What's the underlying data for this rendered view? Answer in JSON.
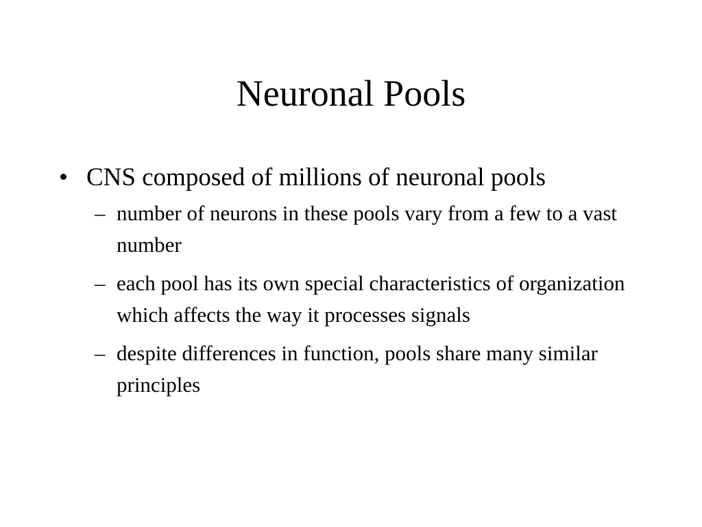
{
  "slide": {
    "title": "Neuronal Pools",
    "bullet": {
      "marker": "•",
      "text": "CNS composed of millions of neuronal pools"
    },
    "sub_marker": "–",
    "sub_items": [
      {
        "text": "number of neurons in these pools vary from a few to a vast number"
      },
      {
        "text": "each pool has its own special characteristics of organization which affects the way it processes signals"
      },
      {
        "text": "despite differences in function, pools share many similar principles"
      }
    ]
  }
}
